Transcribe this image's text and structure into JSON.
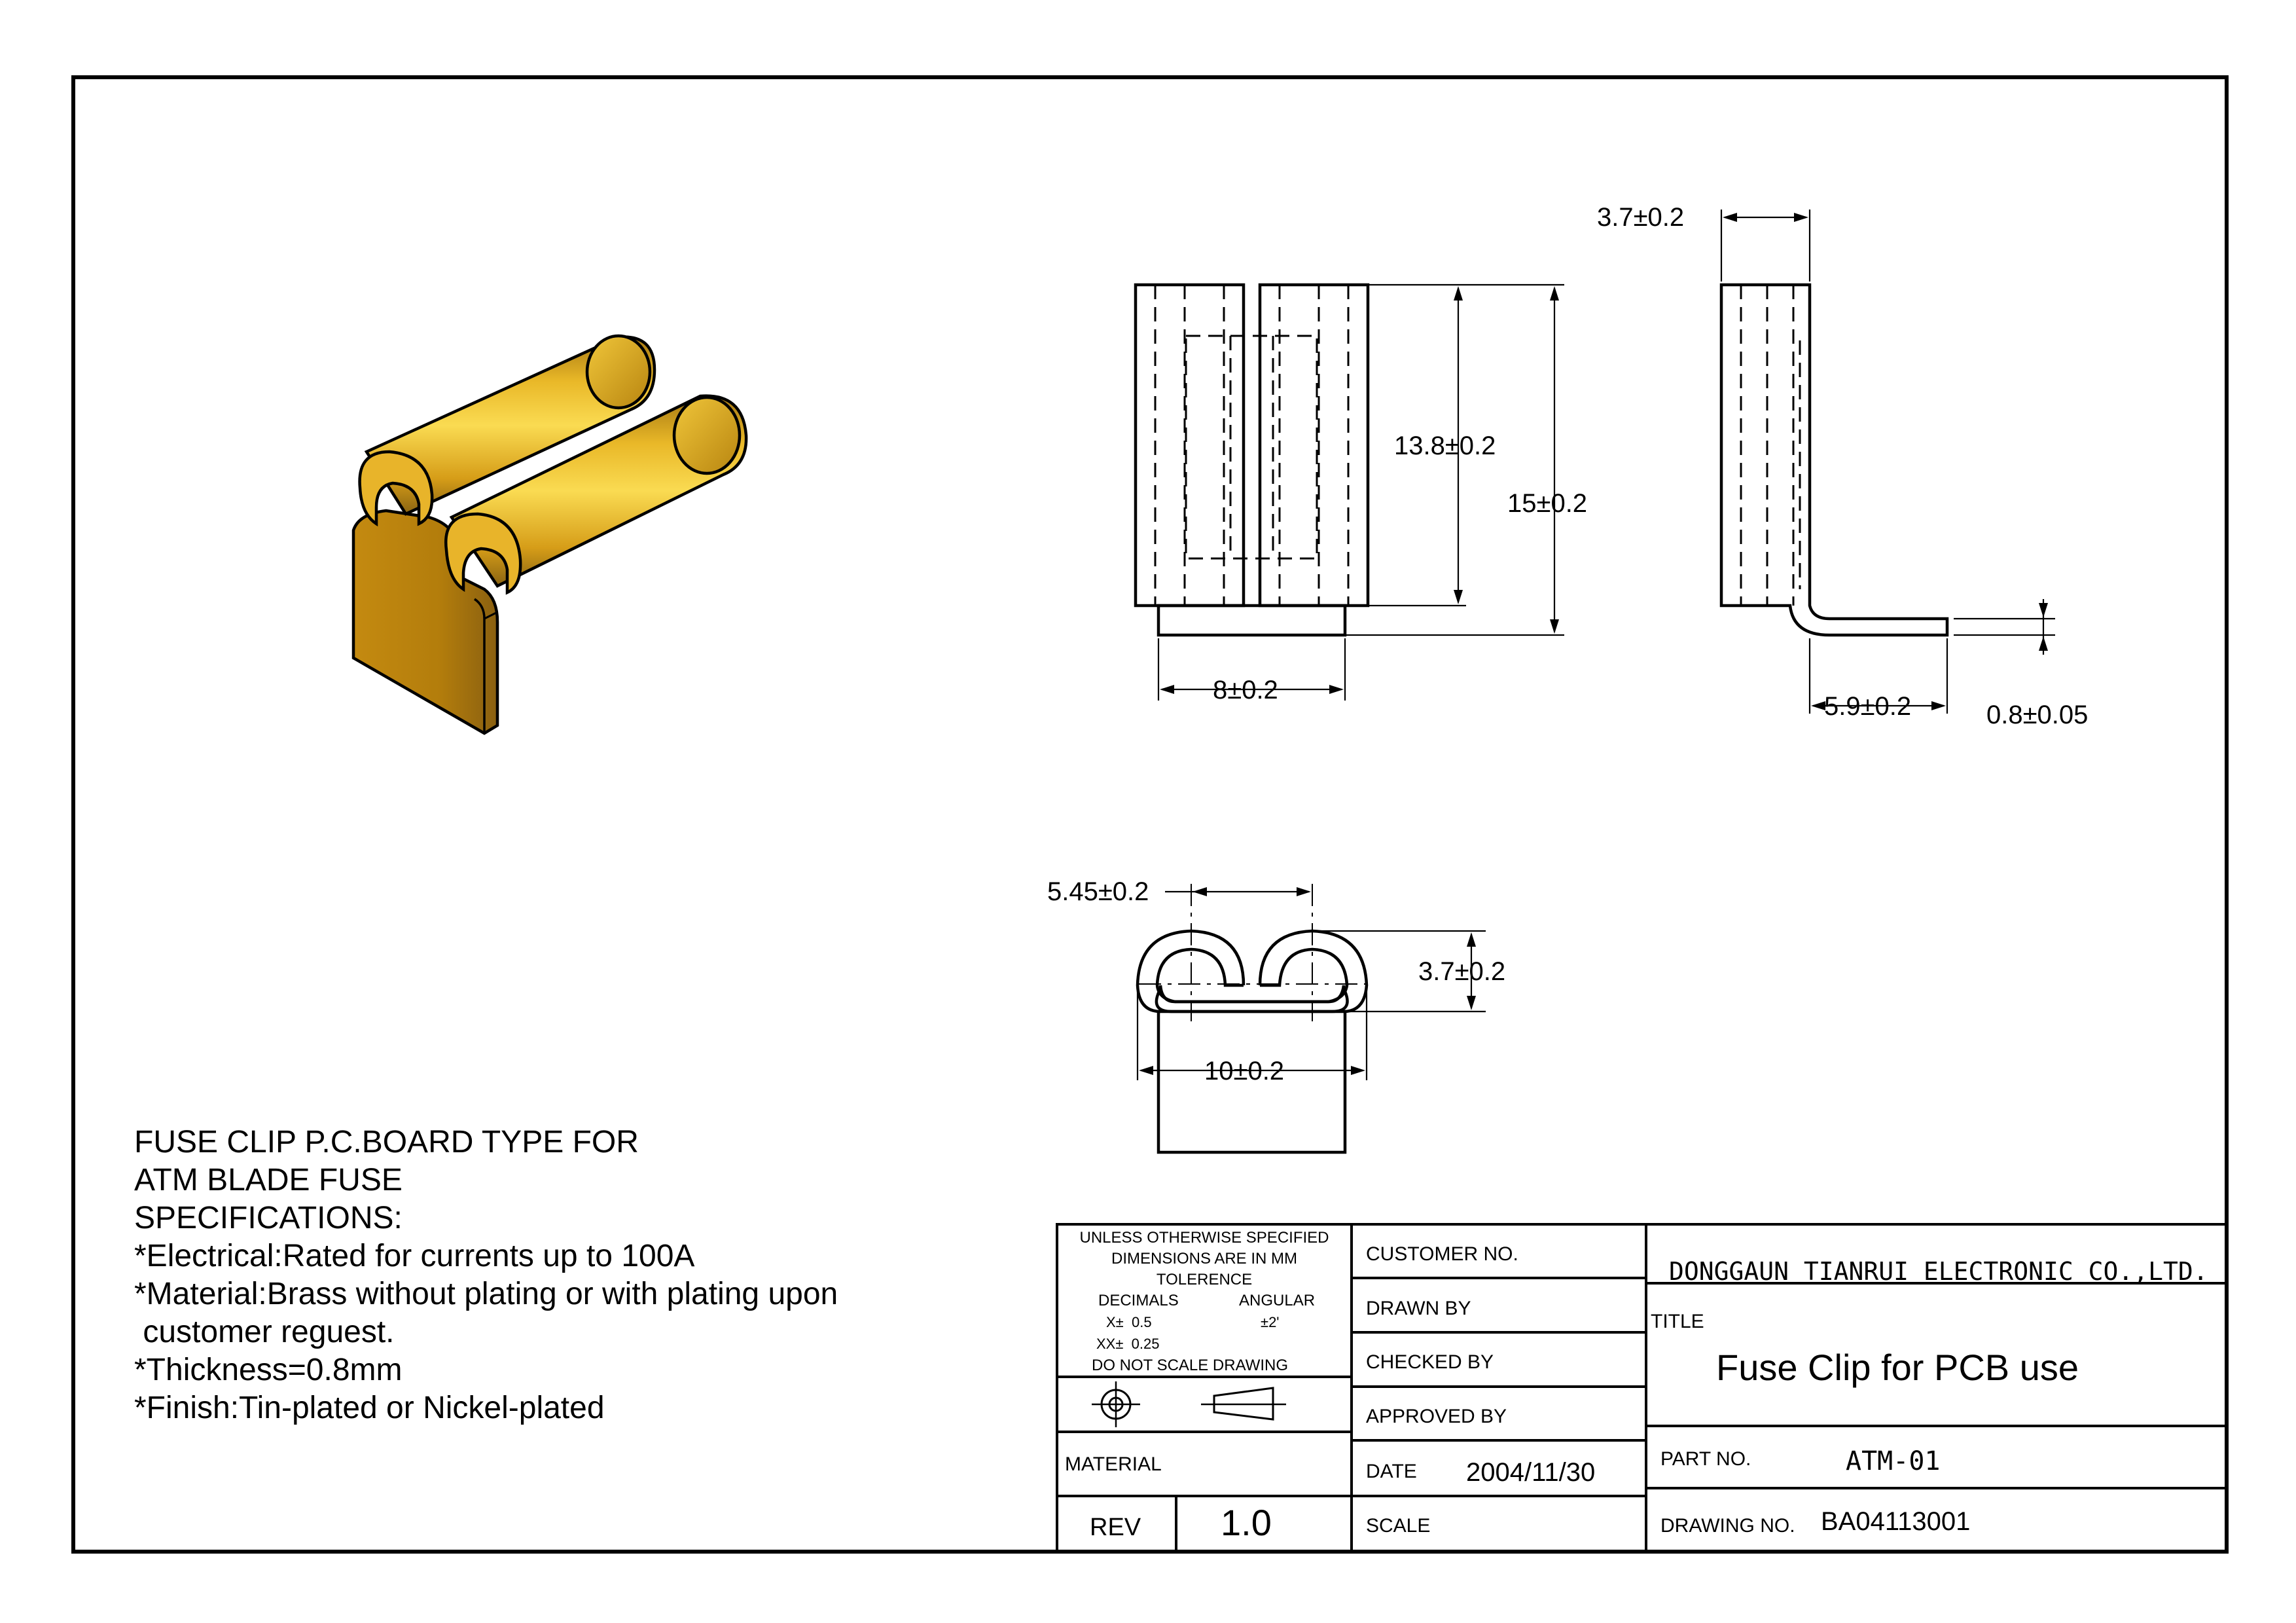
{
  "notes": {
    "lines": [
      "FUSE CLIP P.C.BOARD TYPE FOR",
      "ATM BLADE  FUSE",
      "SPECIFICATIONS:",
      "*Electrical:Rated for currents up to 100A",
      "*Material:Brass without plating or with plating upon",
      " customer reguest.",
      "*Thickness=0.8mm",
      "*Finish:Tin-plated or Nickel-plated"
    ]
  },
  "dimensions": {
    "front_height_inner": "13.8±0.2",
    "front_height_total": "15±0.2",
    "front_width": "8±0.2",
    "side_width_top": "3.7±0.2",
    "side_foot_length": "5.9±0.2",
    "side_thickness": "0.8±0.05",
    "top_spacing": "5.45±0.2",
    "top_height": "3.7±0.2",
    "top_width": "10±0.2"
  },
  "title_block": {
    "tolerance_lines": [
      "UNLESS OTHERWISE SPECIFIED",
      "DIMENSIONS ARE IN MM",
      "TOLERENCE"
    ],
    "decimals_label": "DECIMALS",
    "angular_label": "ANGULAR",
    "x_tol": "X±  0.5",
    "angular_tol": "±2'",
    "xx_tol": "XX±  0.25",
    "no_scale": "DO NOT SCALE DRAWING",
    "material_label": "MATERIAL",
    "rev_label": "REV",
    "rev_value": "1.0",
    "customer_no_label": "CUSTOMER NO.",
    "drawn_by_label": "DRAWN BY",
    "checked_by_label": "CHECKED BY",
    "approved_by_label": "APPROVED BY",
    "date_label": "DATE",
    "date_value": "2004/11/30",
    "scale_label": "SCALE",
    "company": "DONGGAUN TIANRUI ELECTRONIC CO.,LTD.",
    "title_label": "TITLE",
    "title_value": "Fuse Clip for PCB use",
    "part_no_label": "PART NO.",
    "part_no_value": "ATM-01",
    "drawing_no_label": "DRAWING NO.",
    "drawing_no_value": "BA04113001"
  },
  "colors": {
    "brass_light": "#f2cc3a",
    "brass_mid": "#d9a31c",
    "brass_dark": "#8a6412",
    "line": "#000000"
  }
}
